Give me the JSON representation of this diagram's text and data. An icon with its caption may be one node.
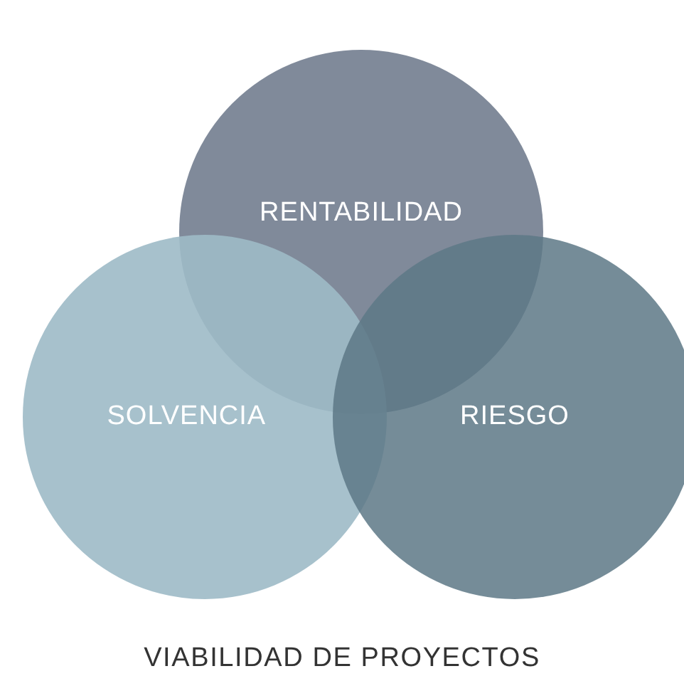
{
  "diagram": {
    "caption": "VIABILIDAD DE PROYECTOS",
    "nodes": [
      {
        "text": [
          "RENTABILIDAD"
        ]
      },
      {
        "text": [
          "SOLVENCIA"
        ]
      },
      {
        "text": [
          "RIESGO"
        ]
      }
    ],
    "edges": []
  }
}
